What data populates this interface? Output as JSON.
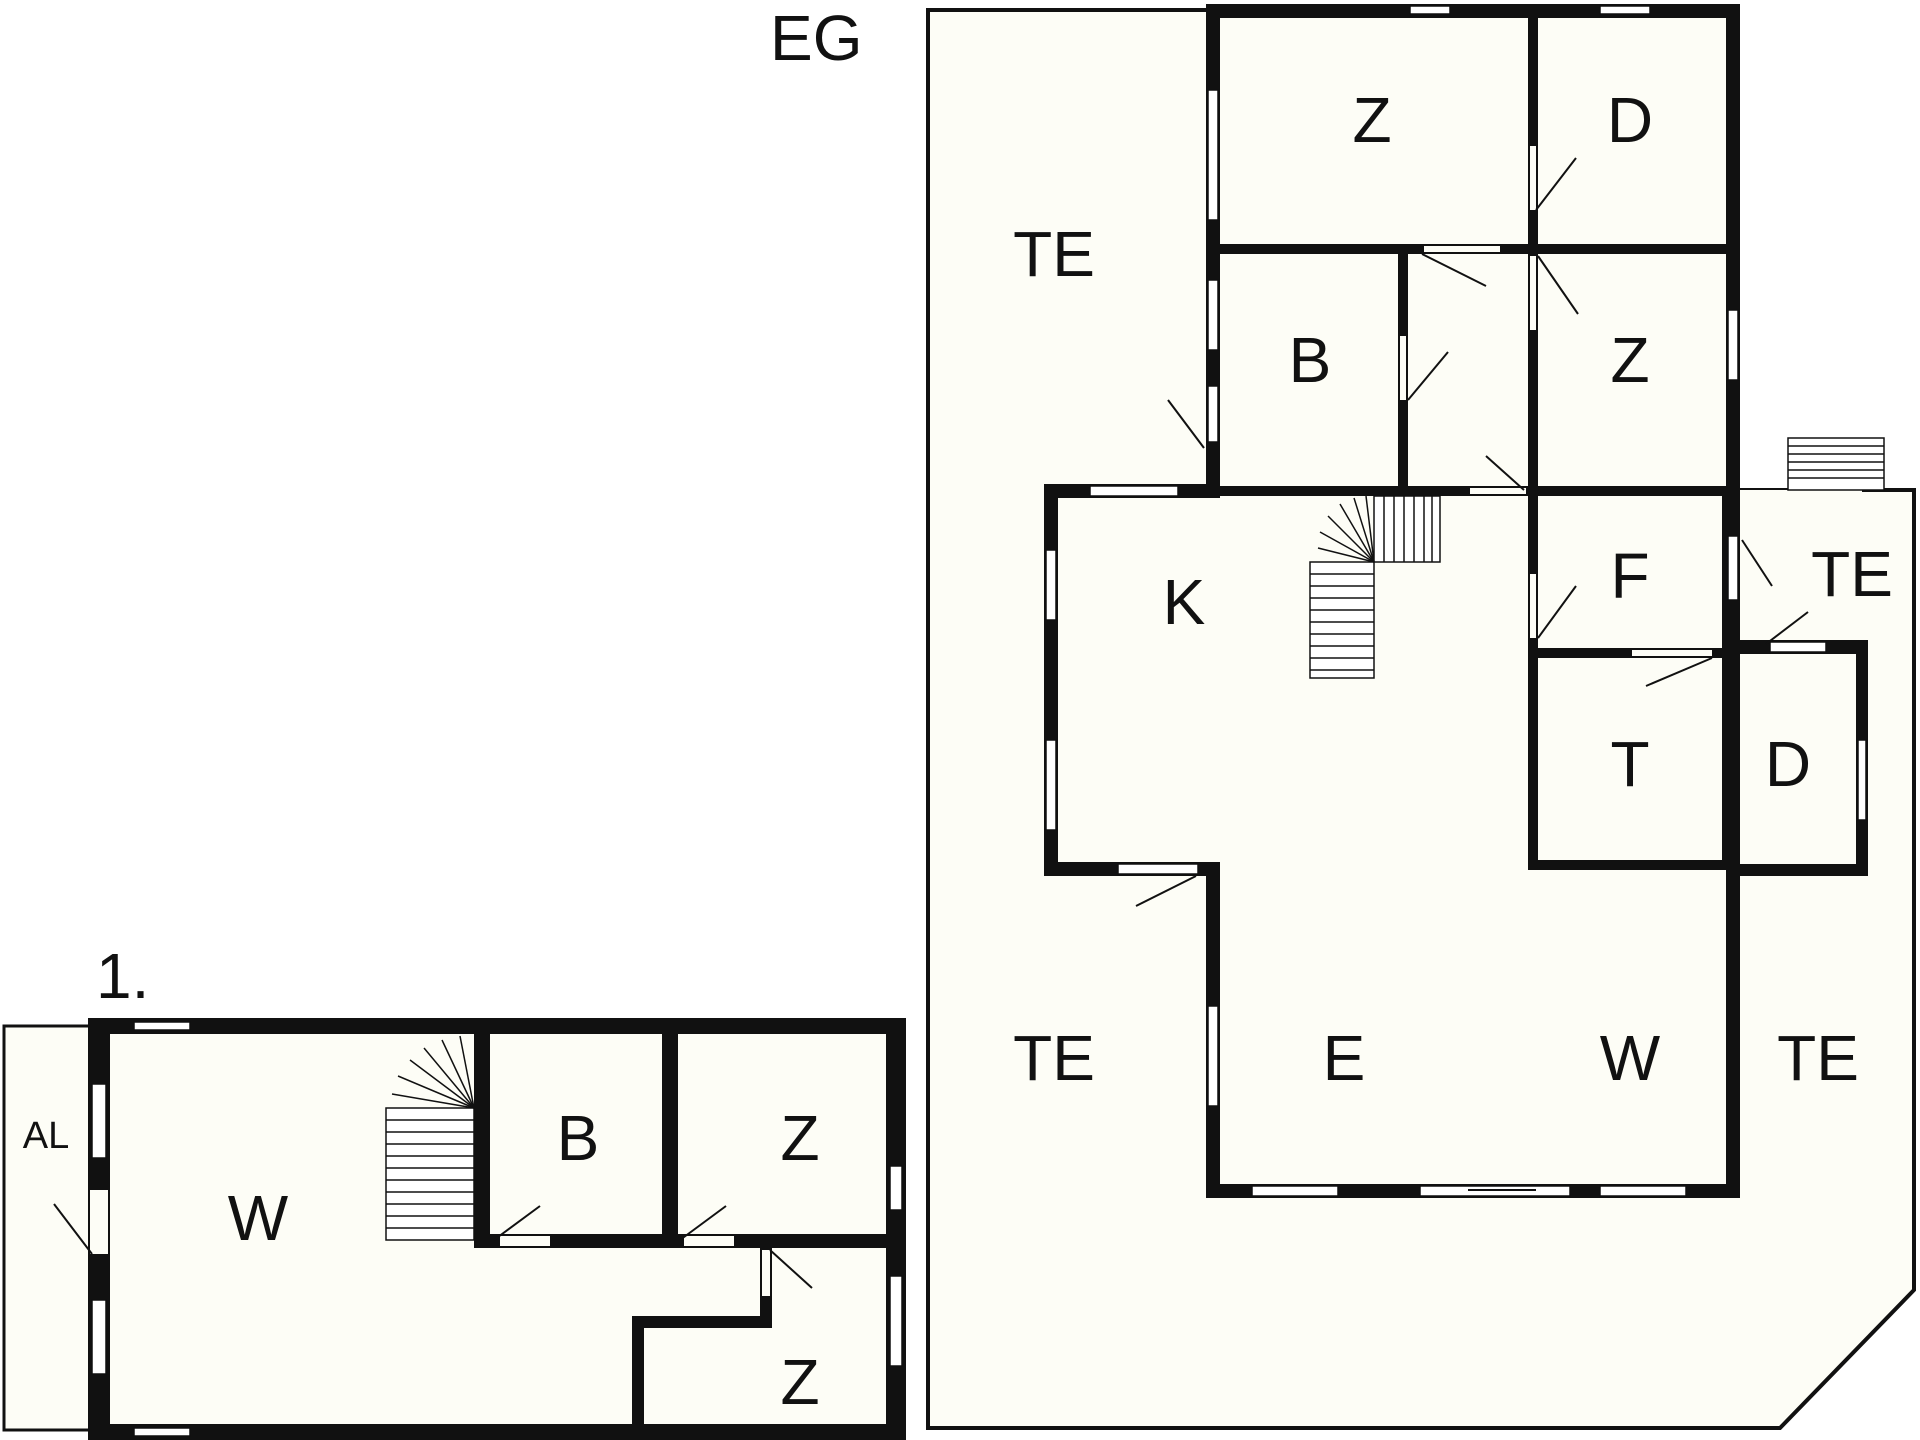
{
  "floors": {
    "ground": {
      "title": "EG",
      "rooms": {
        "z1": "Z",
        "d1": "D",
        "b": "B",
        "z2": "Z",
        "k": "K",
        "f": "F",
        "t": "T",
        "d2": "D",
        "e": "E",
        "w": "W",
        "te_nw": "TE",
        "te_sw": "TE",
        "te_e": "TE",
        "te_se": "TE"
      }
    },
    "upper": {
      "title": "1.",
      "rooms": {
        "al": "AL",
        "w": "W",
        "b": "B",
        "z1": "Z",
        "z2": "Z"
      }
    }
  },
  "colors": {
    "wall": "#111111",
    "floor": "#fdfdf6",
    "window": "#ffffff"
  }
}
